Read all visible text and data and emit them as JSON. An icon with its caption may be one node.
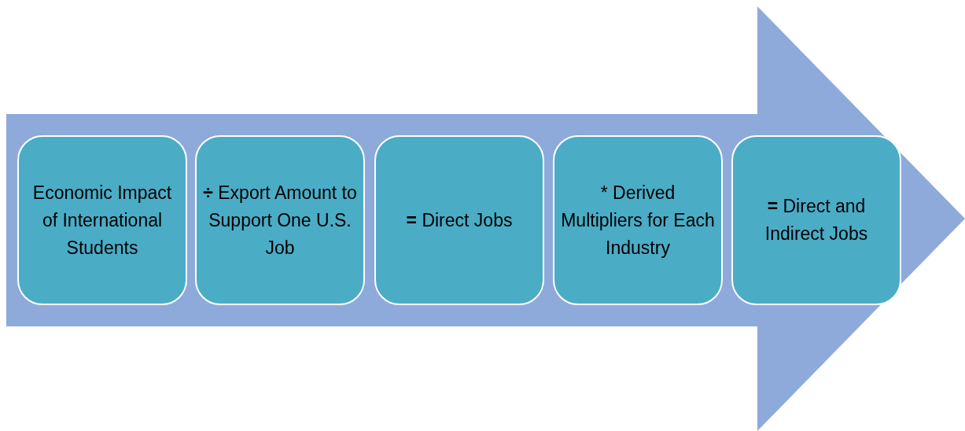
{
  "diagram": {
    "nodes": [
      {
        "text": [
          "Economic Impact of International Students"
        ]
      },
      {
        "text": [
          "**÷** Export Amount to Support One U.S. Job"
        ]
      },
      {
        "text": [
          "**=** Direct Jobs"
        ]
      },
      {
        "text": [
          "* Derived Multipliers for Each Industry"
        ]
      },
      {
        "text": [
          "**=** Direct and Indirect Jobs"
        ]
      }
    ]
  }
}
